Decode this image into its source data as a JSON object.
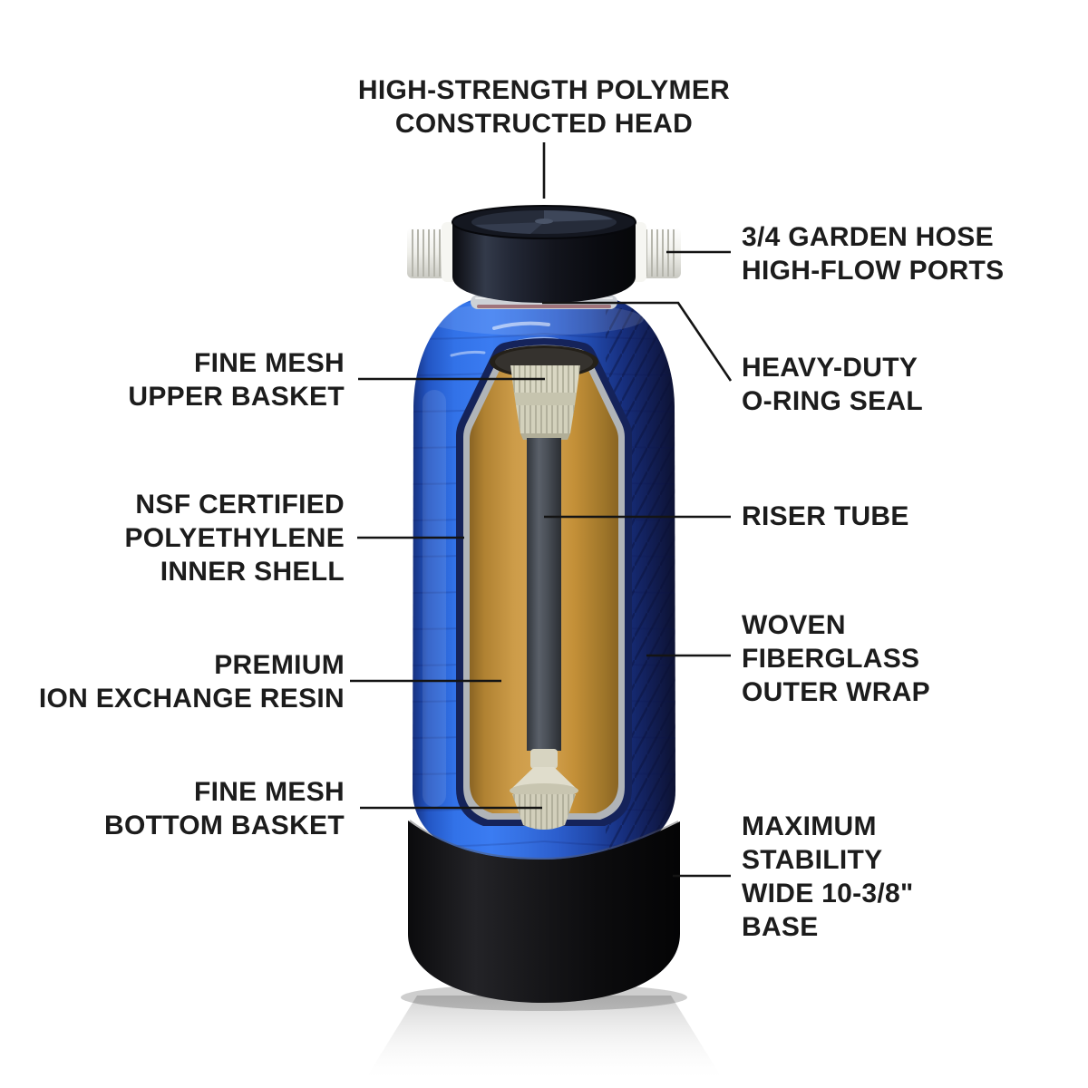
{
  "page": {
    "background": "#ffffff",
    "description": "Cutaway diagram of a portable water softener tank with ten callout labels"
  },
  "colors": {
    "tank_blue": "#3472e6",
    "tank_blue_dark": "#142667",
    "resin_tan": "#cf9c49",
    "basket_beige": "#d6d4c0",
    "riser_gray": "#474c53",
    "head_black": "#14161d",
    "base_black": "#0c0c0e",
    "port_white": "#f4f4f0",
    "inner_shell_gray": "#b0b4b8",
    "label_text": "#1c1c1c",
    "leader_line": "#141414"
  },
  "callouts": {
    "head": {
      "text": "HIGH-STRENGTH POLYMER\nCONSTRUCTED HEAD"
    },
    "ports": {
      "text": "3/4 GARDEN HOSE\nHIGH-FLOW PORTS"
    },
    "oring": {
      "text": "HEAVY-DUTY\nO-RING SEAL"
    },
    "upper_basket": {
      "text": "FINE MESH\nUPPER BASKET"
    },
    "inner_shell": {
      "text": "NSF CERTIFIED\nPOLYETHYLENE\nINNER SHELL"
    },
    "riser": {
      "text": "RISER TUBE"
    },
    "resin": {
      "text": "PREMIUM\nION EXCHANGE RESIN"
    },
    "outer_wrap": {
      "text": "WOVEN\nFIBERGLASS\nOUTER WRAP"
    },
    "bottom_basket": {
      "text": "FINE MESH\nBOTTOM BASKET"
    },
    "base": {
      "text": "MAXIMUM\nSTABILITY\nWIDE 10-3/8\"\nBASE"
    }
  }
}
